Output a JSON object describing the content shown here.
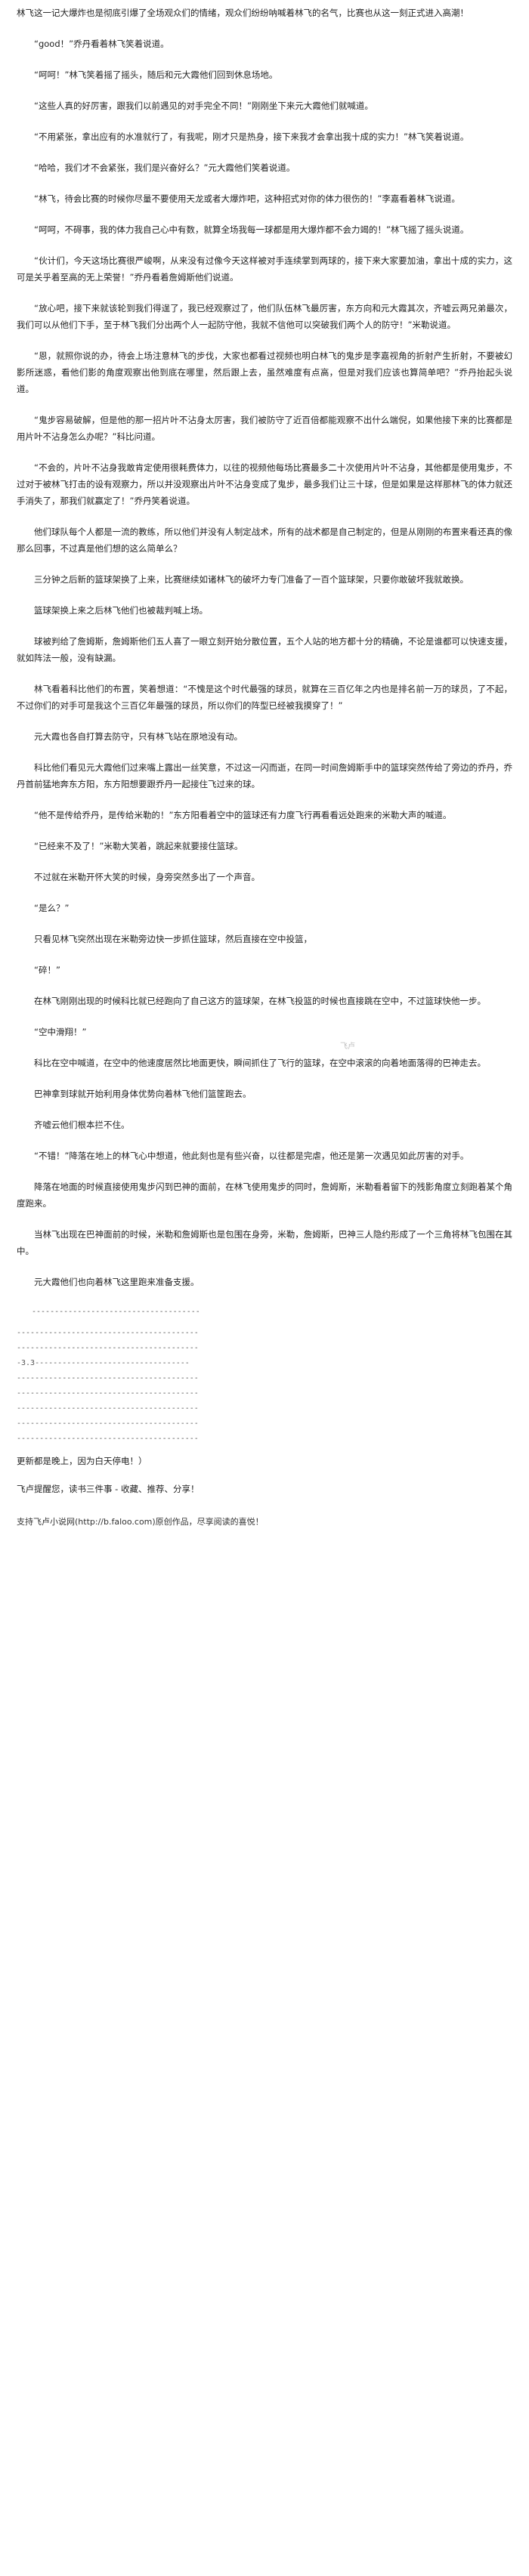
{
  "paragraphs": [
    "林飞这一记大爆炸也是彻底引爆了全场观众们的情绪，观众们纷纷呐喊着林飞的名气，比赛也从这一刻正式进入高潮！",
    "“good！”乔丹看着林飞笑着说道。",
    "“呵呵！”林飞笑着摇了摇头，随后和元大霞他们回到休息场地。",
    "“这些人真的好厉害，跟我们以前遇见的对手完全不同！”刚刚坐下来元大霞他们就喊道。",
    "“不用紧张，拿出应有的水准就行了，有我呢，刚才只是热身，接下来我才会拿出我十成的实力！”林飞笑着说道。",
    "“哈哈，我们才不会紧张，我们是兴奋好么？”元大霞他们笑着说道。",
    "“林飞，待会比赛的时候你尽量不要使用天龙或者大爆炸吧，这种招式对你的体力很伤的！”李嘉看着林飞说道。",
    "“呵呵，不碍事，我的体力我自己心中有数，就算全场我每一球都是用大爆炸都不会力竭的！”林飞摇了摇头说道。",
    "“伙计们，今天这场比赛很严峻啊，从来没有过像今天这样被对手连续掌到两球的，接下来大家要加油，拿出十成的实力，这可是关乎着至高的无上荣誉！”乔丹看着詹姆斯他们说道。",
    "“放心吧，接下来就该轮到我们得逞了，我已经观察过了，他们队伍林飞最厉害，东方向和元大霞其次，齐嘘云两兄弟最次，我们可以从他们下手，至于林飞我们分出两个人一起防守他，我就不信他可以突破我们两个人的防守！”米勒说道。",
    "“恩，就照你说的办，待会上场注意林飞的步伐，大家也都看过视频也明白林飞的鬼步是李嘉视角的折射产生折射，不要被幻影所迷惑，看他们影的角度观察出他到底在哪里，然后跟上去，虽然难度有点高，但是对我们应该也算简单吧？”乔丹抬起头说道。",
    "“鬼步容易破解，但是他的那一招片叶不沾身太厉害，我们被防守了近百倍都能观察不出什么端倪，如果他接下来的比赛都是用片叶不沾身怎么办呢？”科比问道。",
    "“不会的，片叶不沾身我敢肯定使用很耗费体力，以往的视频他每场比赛最多二十次使用片叶不沾身，其他都是使用鬼步，不过对于被林飞打击的设有观察力，所以并没观察出片叶不沾身变成了鬼步，最多我们让三十球，但是如果是这样那林飞的体力就还手消失了，那我们就赢定了！”乔丹笑着说道。",
    "他们球队每个人都是一流的教练，所以他们并没有人制定战术，所有的战术都是自己制定的，但是从刚刚的布置来看还真的像那么回事，不过真是他们想的这么简单么？",
    "三分钟之后新的篮球架换了上来，比赛继续如诸林飞的破坏力专门准备了一百个篮球架，只要你敢破坏我就敢换。",
    "篮球架换上来之后林飞他们也被裁判喊上场。",
    "球被判给了詹姆斯，詹姆斯他们五人喜了一眼立刻开始分散位置，五个人站的地方都十分的精确，不论是谁都可以快速支援，就如阵法一般，没有缺漏。",
    "林飞看着科比他们的布置，笑着想道：“不愧是这个时代最强的球员，就算在三百亿年之内也是排名前一万的球员，了不起，不过你们的对手可是我这个三百亿年最强的球员，所以你们的阵型已经被我摸穿了！”",
    "元大霞也各自打算去防守，只有林飞站在原地没有动。",
    "科比他们看见元大霞他们过来嘴上露出一丝笑意，不过这一闪而逝，在同一时间詹姆斯手中的篮球突然传给了旁边的乔丹，乔丹首前猛地奔东方阳，东方阳想要跟乔丹一起接住飞过来的球。",
    "“他不是传给乔丹，是传给米勒的！”东方阳看着空中的篮球还有力度飞行再看看远处跑来的米勒大声的喊道。",
    "“已经来不及了！”米勒大笑着，跳起来就要接住篮球。",
    "不过就在米勒开怀大笑的时候，身旁突然多出了一个声音。",
    "“是么？”",
    "只看见林飞突然出现在米勒旁边快一步抓住篮球，然后直接在空中投篮，",
    "“碎！”",
    "在林飞刚刚出现的时候科比就已经跑向了自己这方的篮球架，在林飞投篮的时候也直接跳在空中，不过篮球快他一步。",
    "“空中滑翔！”",
    "科比在空中喊道，在空中的他速度居然比地面更快，瞬间抓住了飞行的篮球，在空中滚滚的向着地面落得的巴神走去。",
    "巴神拿到球就开始利用身体优势向着林飞他们篮筐跑去。",
    "齐嘘云他们根本拦不住。",
    "“不错！”降落在地上的林飞心中想道，他此刻也是有些兴奋，以往都是完虐，他还是第一次遇见如此厉害的对手。",
    "降落在地面的时候直接使用鬼步闪到巴神的面前，在林飞使用鬼步的同时，詹姆斯，米勒看着留下的残影角度立刻跑着某个角度跑来。",
    "当林飞出现在巴神面前的时候，米勒和詹姆斯也是包围在身旁，米勒，詹姆斯，巴神三人隐约形成了一个三角将林飞包围在其中。",
    "元大霞他们也向着林飞这里跑来准备支援。"
  ],
  "separators": [
    "----------------------------------------",
    "----------------------------------------",
    "-3.3----------------------------------",
    "----------------------------------------",
    "----------------------------------------",
    "----------------------------------------",
    "----------------------------------------",
    "----------------------------------------"
  ],
  "first_separator": "-------------------------------------",
  "footer": {
    "update_note": "更新都是晚上，因为白天停电！）",
    "thanks_note": "飞卢提醒您，读书三件事 - 收藏、推荐、分享！",
    "credit": "支持飞卢小说网(http://b.faloo.com)原创作品，尽享阅读的喜悦！"
  },
  "watermark": "飞卢"
}
